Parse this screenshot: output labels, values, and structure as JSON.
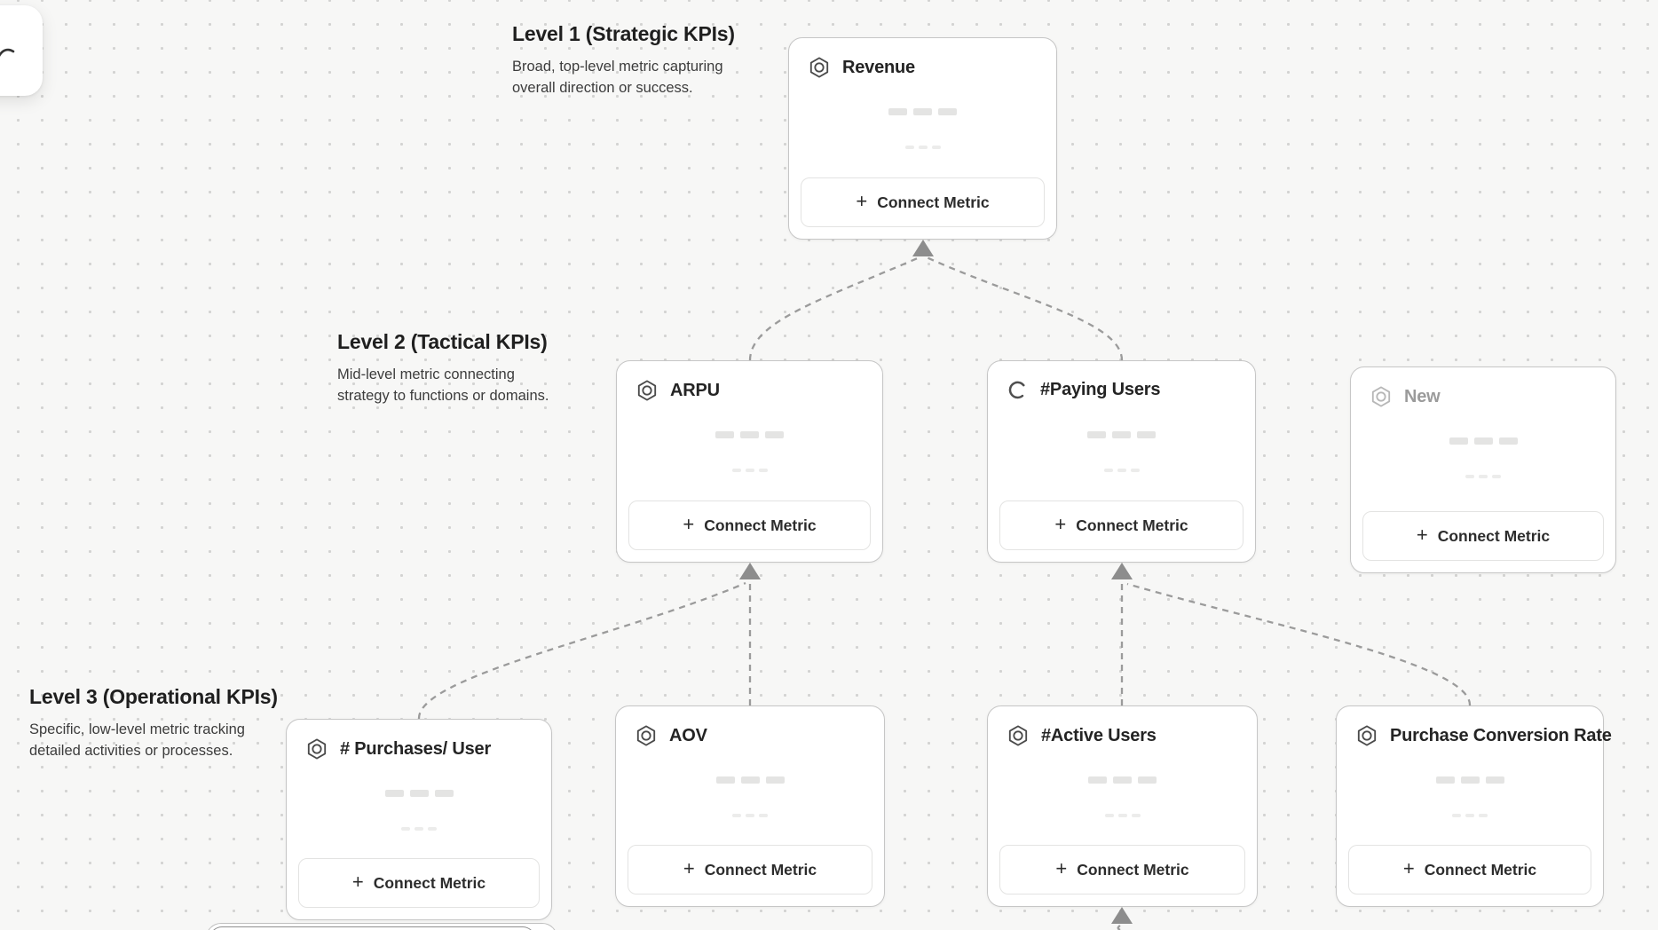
{
  "palette": {
    "canvas_bg": "#f7f7f6",
    "dot_grid": "#d3d3d2",
    "card_border": "#c6c6c6",
    "edge": "#9b9b9b",
    "arrowhead": "#8d8d8d",
    "title_text": "#242424",
    "muted_title_text": "#9b9b9b"
  },
  "ui": {
    "plus_glyph": "+"
  },
  "toolbar_panel": {
    "icon": "pen-stroke-icon"
  },
  "levels": [
    {
      "title": "Level 1 (Strategic KPIs)",
      "description_lines": [
        "Broad, top-level metric capturing",
        "overall direction or success."
      ]
    },
    {
      "title": "Level 2 (Tactical KPIs)",
      "description_lines": [
        "Mid-level metric connecting",
        "strategy to functions or domains."
      ]
    },
    {
      "title": "Level 3 (Operational KPIs)",
      "description_lines": [
        "Specific, low-level metric tracking",
        "detailed activities or processes."
      ]
    }
  ],
  "cards": [
    {
      "id": "revenue",
      "title": "Revenue",
      "icon": "hexagon-badge-icon",
      "state": "default",
      "button_label": "Connect Metric",
      "level": 1
    },
    {
      "id": "arpu",
      "title": "ARPU",
      "icon": "hexagon-badge-icon",
      "state": "default",
      "button_label": "Connect Metric",
      "level": 2
    },
    {
      "id": "paying-users",
      "title": "#Paying Users",
      "icon": "loading-spinner-icon",
      "state": "loading",
      "button_label": "Connect Metric",
      "level": 2
    },
    {
      "id": "new",
      "title": "New",
      "icon": "hexagon-badge-icon",
      "state": "draft",
      "button_label": "Connect Metric",
      "level": 2
    },
    {
      "id": "purchases-per-user",
      "title": "# Purchases/ User",
      "icon": "hexagon-badge-icon",
      "state": "default",
      "button_label": "Connect Metric",
      "level": 3
    },
    {
      "id": "aov",
      "title": "AOV",
      "icon": "hexagon-badge-icon",
      "state": "default",
      "button_label": "Connect Metric",
      "level": 3
    },
    {
      "id": "active-users",
      "title": "#Active Users",
      "icon": "hexagon-badge-icon",
      "state": "default",
      "button_label": "Connect Metric",
      "level": 3
    },
    {
      "id": "purchase-conversion-rate",
      "title": "Purchase Conversion Rate",
      "icon": "hexagon-badge-icon",
      "state": "default",
      "button_label": "Connect Metric",
      "level": 3
    }
  ],
  "edges": [
    {
      "from": "ARPU",
      "to": "Revenue"
    },
    {
      "from": "#Paying Users",
      "to": "Revenue"
    },
    {
      "from": "# Purchases/ User",
      "to": "ARPU"
    },
    {
      "from": "AOV",
      "to": "ARPU"
    },
    {
      "from": "#Active Users",
      "to": "#Paying Users"
    },
    {
      "from": "Purchase Conversion Rate",
      "to": "#Paying Users"
    },
    {
      "from": "offscreen-below",
      "to": "#Active Users"
    }
  ]
}
